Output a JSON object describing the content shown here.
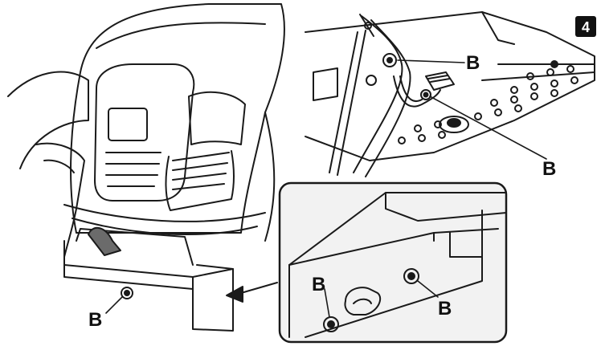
{
  "figure": {
    "step_number": "4",
    "callout_labels": [
      "B",
      "B",
      "B",
      "B",
      "B"
    ]
  },
  "colors": {
    "line": "#1a1a1a",
    "panel_fill": "#f2f2f2",
    "badge": "#111111",
    "accent_gray": "#6b6b6b"
  }
}
